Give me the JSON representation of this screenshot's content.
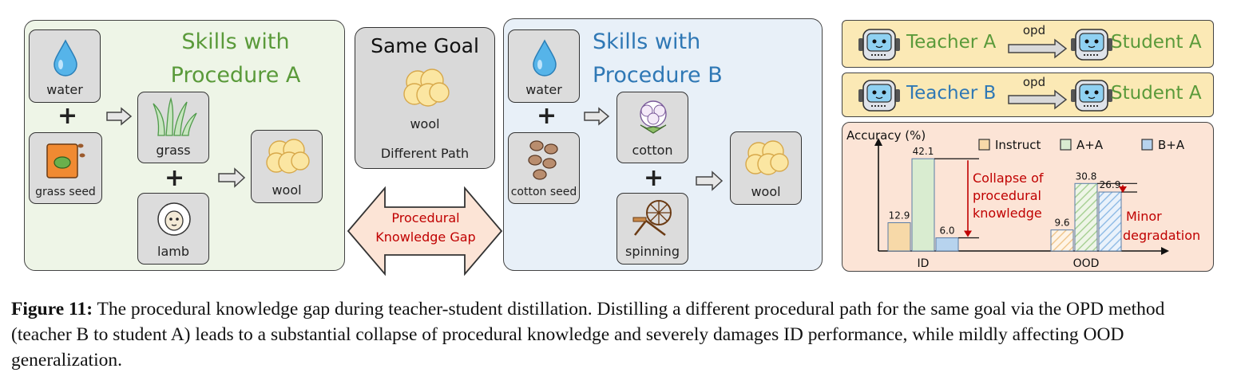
{
  "left_panel": {
    "title": "Skills with\nProcedure A",
    "water_label": "water",
    "grass_seed_label": "grass seed",
    "grass_label": "grass",
    "lamb_label": "lamb",
    "wool_label": "wool",
    "plus": "+"
  },
  "middle": {
    "goal_title": "Same Goal",
    "wool_label": "wool",
    "different_path": "Different Path",
    "gap_label": "Procedural\nKnowledge Gap"
  },
  "right_panel": {
    "title": "Skills with\nProcedure B",
    "water_label": "water",
    "cotton_seed_label": "cotton seed",
    "cotton_label": "cotton",
    "spinning_label": "spinning",
    "wool_label": "wool",
    "plus": "+"
  },
  "teachers": [
    {
      "teacher": "Teacher A",
      "method": "opd",
      "student": "Student A",
      "teacher_color": "#5a9a3a"
    },
    {
      "teacher": "Teacher B",
      "method": "opd",
      "student": "Student A",
      "teacher_color": "#2f78b5"
    }
  ],
  "chart_data": {
    "type": "bar",
    "ylabel": "Accuracy (%)",
    "categories": [
      "ID",
      "OOD"
    ],
    "series": [
      {
        "name": "Instruct",
        "values": [
          12.9,
          9.6
        ],
        "color": "#f7d9a8"
      },
      {
        "name": "A+A",
        "values": [
          42.1,
          30.8
        ],
        "color": "#d9ecd0"
      },
      {
        "name": "B+A",
        "values": [
          6.0,
          26.9
        ],
        "color": "#b7d3ee"
      }
    ],
    "ylim": [
      0,
      48
    ],
    "annotations": [
      {
        "text": "Collapse of\nprocedural\nknowledge",
        "color": "#c00000"
      },
      {
        "text": "Minor\ndegradation",
        "color": "#c00000"
      }
    ]
  },
  "caption": {
    "label": "Figure 11:",
    "text": " The procedural knowledge gap during teacher-student distillation. Distilling a different procedural path for the same goal via the OPD method (teacher B to student A) leads to a substantial collapse of procedural knowledge and severely damages ID performance, while mildly affecting OOD generalization."
  }
}
